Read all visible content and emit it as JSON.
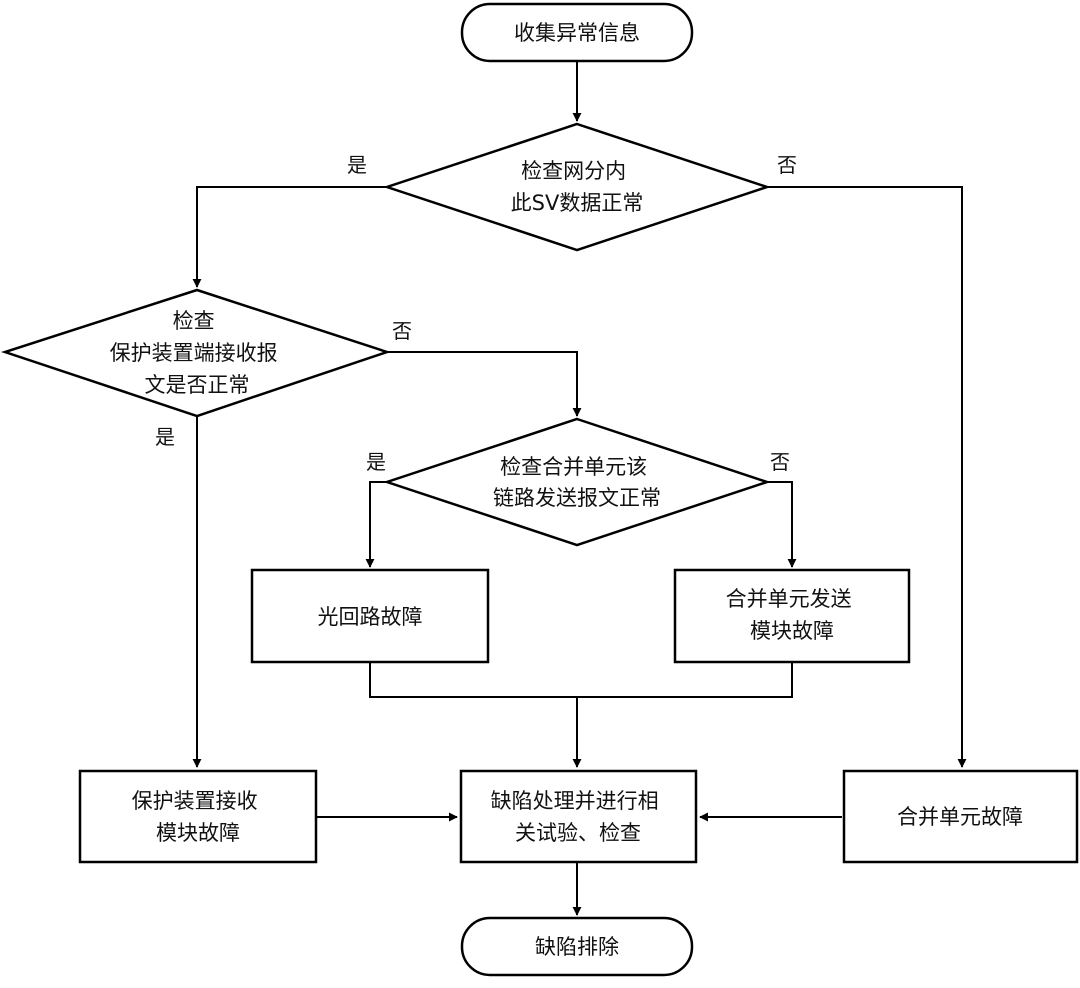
{
  "nodes": {
    "start": [
      "收集异常信息"
    ],
    "check_sv": [
      "检查网分内",
      "此SV数据正常"
    ],
    "check_protect": [
      "检查",
      "保护装置端接收报",
      "文是否正常"
    ],
    "check_merge": [
      "检查合并单元该",
      "链路发送报文正常"
    ],
    "optical_fault": [
      "光回路故障"
    ],
    "merge_send_fault": [
      "合并单元发送",
      "模块故障"
    ],
    "protect_recv_fault": [
      "保护装置接收",
      "模块故障"
    ],
    "handle": [
      "缺陷处理并进行相",
      "关试验、检查"
    ],
    "merge_fault": [
      "合并单元故障"
    ],
    "end": [
      "缺陷排除"
    ]
  },
  "labels": {
    "sv_yes": "是",
    "sv_no": "否",
    "protect_no": "否",
    "protect_yes": "是",
    "merge_yes": "是",
    "merge_no": "否"
  }
}
